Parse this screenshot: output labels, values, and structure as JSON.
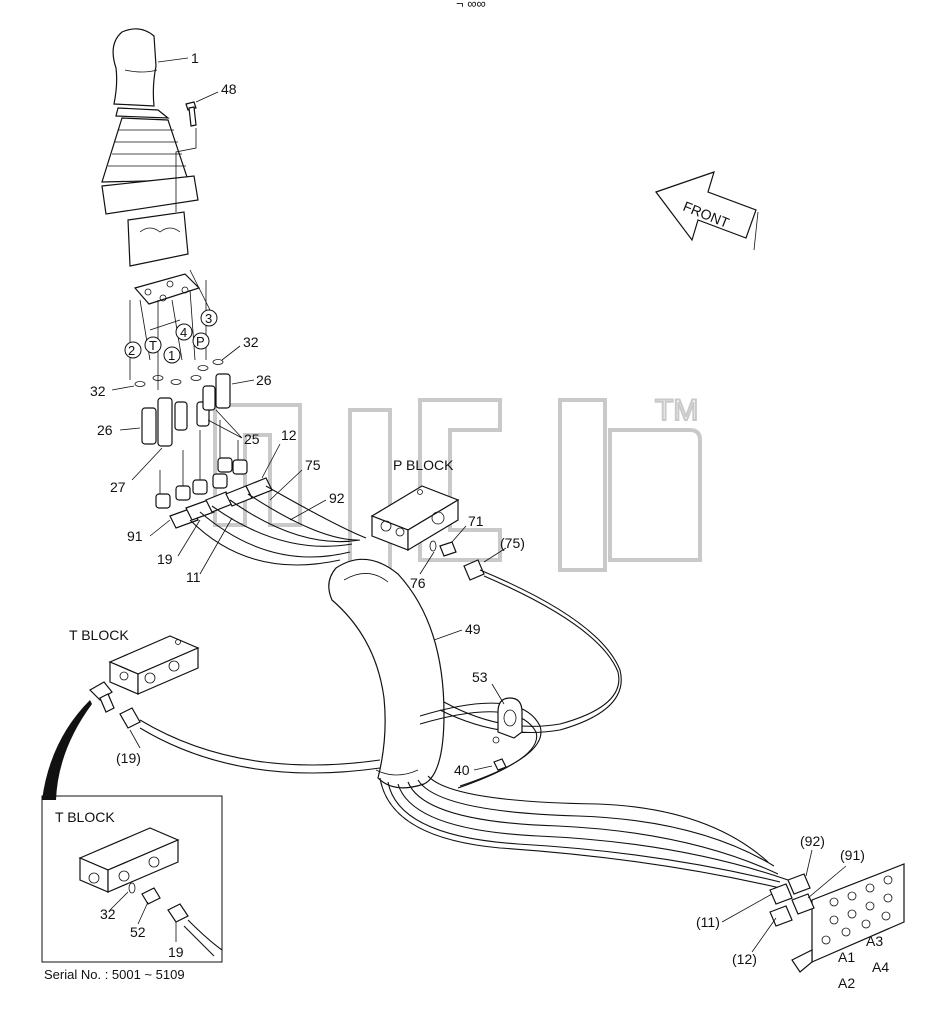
{
  "top_mark": "¬ ∞∞",
  "watermark": {
    "text": "TM"
  },
  "front_arrow": {
    "label": "FRONT"
  },
  "blocks": {
    "p_block": "P BLOCK",
    "t_block": "T BLOCK",
    "inset_t_block": "T BLOCK"
  },
  "ports": [
    "2",
    "T",
    "1",
    "4",
    "P",
    "3"
  ],
  "callouts": {
    "c1": "1",
    "c48": "48",
    "c32a": "32",
    "c32b": "32",
    "c26a": "26",
    "c26b": "26",
    "c25": "25",
    "c12": "12",
    "c75": "75",
    "c27": "27",
    "c92": "92",
    "c91": "91",
    "c19": "19",
    "c11": "11",
    "c71": "71",
    "c76": "76",
    "c75p": "(75)",
    "c49": "49",
    "c53": "53",
    "c19p": "(19)",
    "c40": "40",
    "c92p": "(92)",
    "c91p": "(91)",
    "c11p": "(11)",
    "c12p": "(12)",
    "a1": "A1",
    "a2": "A2",
    "a3": "A3",
    "a4": "A4",
    "i32": "32",
    "i52": "52",
    "i19": "19"
  },
  "serial": "Serial No. : 5001 ~ 5109"
}
